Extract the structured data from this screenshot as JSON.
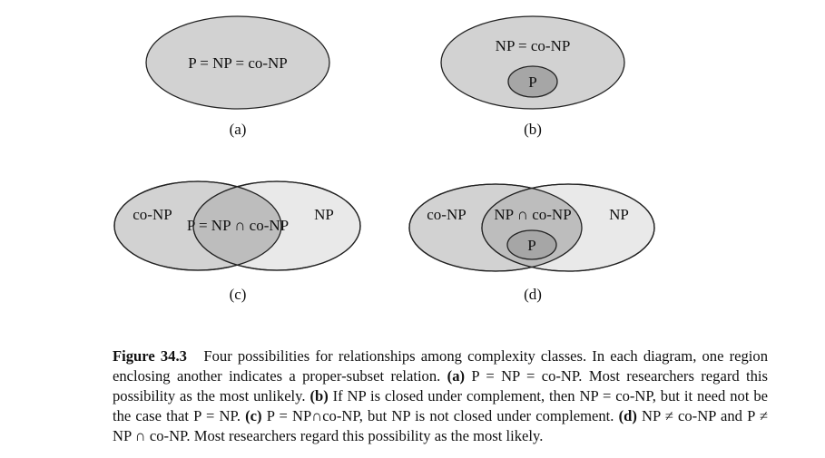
{
  "diagrams": {
    "a": {
      "region_label": "P = NP = co-NP",
      "tag": "(a)"
    },
    "b": {
      "outer_label": "NP = co-NP",
      "inner_label": "P",
      "tag": "(b)"
    },
    "c": {
      "left_label": "co-NP",
      "right_label": "NP",
      "intersection_label": "P = NP ∩ co-NP",
      "tag": "(c)"
    },
    "d": {
      "left_label": "co-NP",
      "right_label": "NP",
      "intersection_label": "NP ∩ co-NP",
      "inner_label": "P",
      "tag": "(d)"
    }
  },
  "colors": {
    "fill_gray": "#d2d2d2",
    "fill_light": "#e9e9e9",
    "fill_overlap": "#bdbdbd",
    "fill_dark": "#a6a6a6",
    "stroke": "#222222"
  },
  "caption": {
    "figure_label": "Figure 34.3",
    "intro": "Four possibilities for relationships among complexity classes. In each diagram, one region enclosing another indicates a proper-subset relation.",
    "a_tag": "(a)",
    "a_text": "P = NP = co-NP. Most researchers regard this possibility as the most unlikely.",
    "b_tag": "(b)",
    "b_text": "If NP is closed under complement, then NP = co-NP, but it need not be the case that P = NP.",
    "c_tag": "(c)",
    "c_text": "P = NP∩co-NP, but NP is not closed under complement.",
    "d_tag": "(d)",
    "d_text": "NP ≠ co-NP and P ≠ NP ∩ co-NP. Most researchers regard this possibility as the most likely."
  }
}
